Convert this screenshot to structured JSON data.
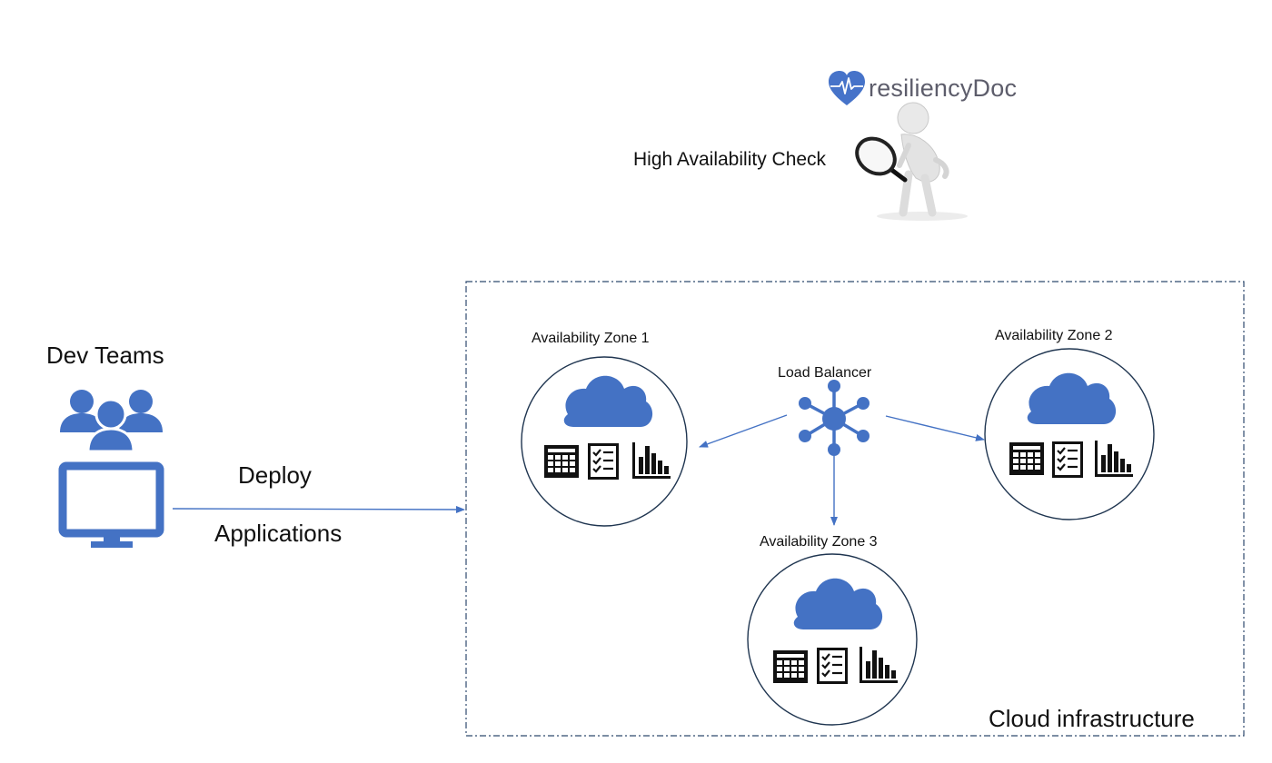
{
  "brand": {
    "name": "resiliencyDoc",
    "heart_color": "#4673c9",
    "icon": "heart-pulse-icon"
  },
  "check": {
    "label": "High Availability Check",
    "icon": "person-magnifier-icon"
  },
  "dev": {
    "title": "Dev Teams",
    "icons": [
      "users-icon",
      "monitor-icon"
    ]
  },
  "deploy": {
    "line1": "Deploy",
    "line2": "Applications"
  },
  "cloud": {
    "label": "Cloud infrastructure"
  },
  "load_balancer": {
    "label": "Load Balancer",
    "icon": "network-hub-icon"
  },
  "zones": [
    {
      "label": "Availability Zone 1"
    },
    {
      "label": "Availability Zone 2"
    },
    {
      "label": "Availability Zone 3"
    }
  ],
  "zone_icons": [
    "cloud-icon",
    "table-grid-icon",
    "checklist-icon",
    "bar-chart-icon"
  ],
  "colors": {
    "accent": "#4472c4",
    "line": "#2f5597",
    "border": "#2f4a6e",
    "text": "#111111"
  }
}
